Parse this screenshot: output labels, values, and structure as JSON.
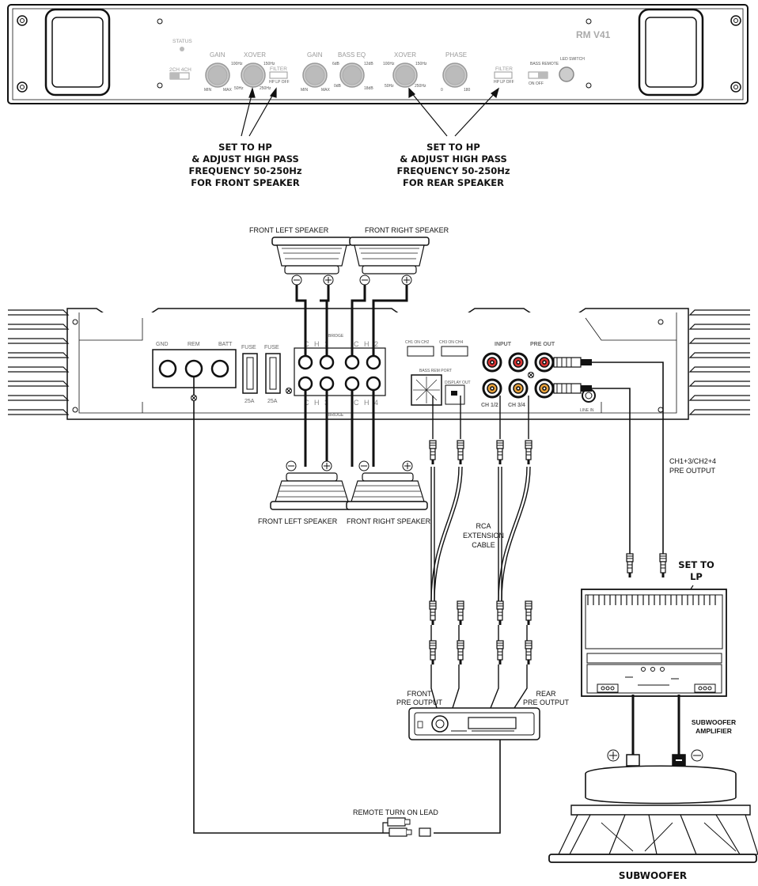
{
  "front_panel": {
    "model": "RM V41",
    "status": "STATUS",
    "ch_switch": "2CH 4CH",
    "gain1": "GAIN",
    "xover1": "XOVER",
    "filter1": "FILTER",
    "filter1_opts": "HP LP OFF",
    "gain2": "GAIN",
    "bass_eq": "BASS EQ",
    "xover2": "XOVER",
    "phase": "PHASE",
    "filter2": "FILTER",
    "filter2_opts": "HP LP OFF",
    "bass_remote": "BASS REMOTE",
    "bass_remote_opts": "ON OFF",
    "led_switch": "LED SWITCH",
    "min": "MIN",
    "max": "MAX",
    "f50": "50Hz",
    "f100": "100Hz",
    "f150": "150Hz",
    "f250": "250Hz",
    "db0": "0dB",
    "db6": "6dB",
    "db12": "12dB",
    "db18": "18dB",
    "ph0": "0",
    "ph180": "180"
  },
  "callouts": {
    "front": [
      "SET TO HP",
      "& ADJUST HIGH PASS",
      "FREQUENCY 50-250Hz",
      "FOR FRONT SPEAKER"
    ],
    "rear": [
      "SET TO HP",
      "& ADJUST HIGH PASS",
      "FREQUENCY 50-250Hz",
      "FOR REAR SPEAKER"
    ],
    "set_lp": [
      "SET TO",
      "LP"
    ]
  },
  "speakers": {
    "top_left": "FRONT LEFT SPEAKER",
    "top_right": "FRONT RIGHT SPEAKER",
    "bottom_left": "FRONT LEFT SPEAKER",
    "bottom_right": "FRONT RIGHT SPEAKER"
  },
  "amp_panel": {
    "gnd": "GND",
    "rem": "REM",
    "batt": "BATT",
    "fuse": "FUSE",
    "fuse_rating": "25A",
    "ch1": "C H 1",
    "ch2": "C H 2",
    "ch3": "C H 3",
    "ch4": "C H 4",
    "bridge": "BRIDGE",
    "input": "INPUT",
    "pre_out": "PRE OUT",
    "ch12": "CH 1/2",
    "ch34": "CH 3/4",
    "line_in": "LINE IN",
    "bass_rem_port": "BASS REM PORT",
    "display_out": "DISPLAY OUT",
    "ch_dip1": "CH1  ON  CH2",
    "ch_dip2": "CH3  ON  CH4"
  },
  "labels": {
    "rca": [
      "RCA",
      "EXTENSION",
      "CABLE"
    ],
    "pre_output": [
      "CH1+3/CH2+4",
      "PRE OUTPUT"
    ],
    "front_pre": [
      "FRONT",
      "PRE OUTPUT"
    ],
    "rear_pre": [
      "REAR",
      "PRE OUTPUT"
    ],
    "remote_lead": "REMOTE TURN ON LEAD",
    "sub_amp": [
      "SUBWOOFER",
      "AMPLIFIER"
    ],
    "subwoofer": "SUBWOOFER"
  }
}
